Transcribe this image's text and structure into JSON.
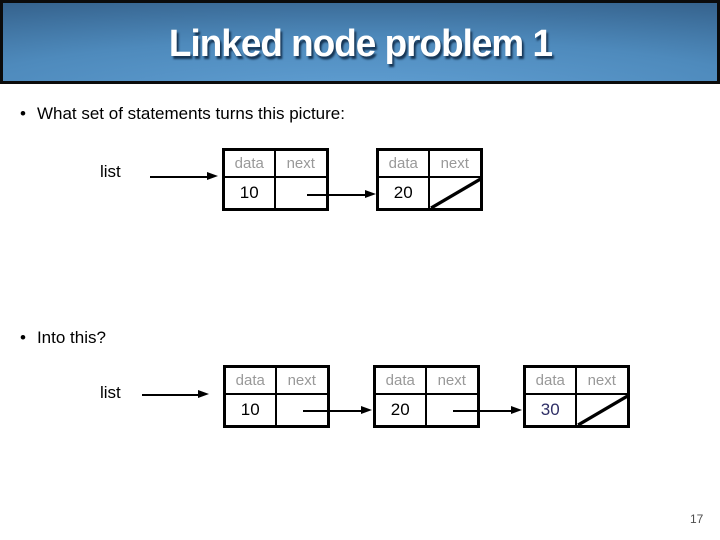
{
  "slide": {
    "title": "Linked node problem 1",
    "page_number": "17"
  },
  "bullets": [
    {
      "marker": "•",
      "text": "What set of statements turns this picture:"
    },
    {
      "marker": "•",
      "text": "Into this?"
    }
  ],
  "labels": {
    "data": "data",
    "next": "next"
  },
  "diagrams": [
    {
      "pointer_label": "list",
      "nodes": [
        {
          "data": "10",
          "next": "arrow-to-next-node"
        },
        {
          "data": "20",
          "next": "null-slash"
        }
      ]
    },
    {
      "pointer_label": "list",
      "nodes": [
        {
          "data": "10",
          "next": "arrow-to-next-node"
        },
        {
          "data": "20",
          "next": "arrow-to-next-node"
        },
        {
          "data": "30",
          "next": "null-slash"
        }
      ]
    }
  ],
  "colors": {
    "header_top": "#1e4063",
    "header_mid": "#3a6a96",
    "header_bottom": "#61a0d4",
    "title_text": "#ffffff",
    "body_text": "#000000",
    "node_label": "#999999",
    "value_navy": "#2f2f66",
    "page_number": "#4d4d4d"
  }
}
